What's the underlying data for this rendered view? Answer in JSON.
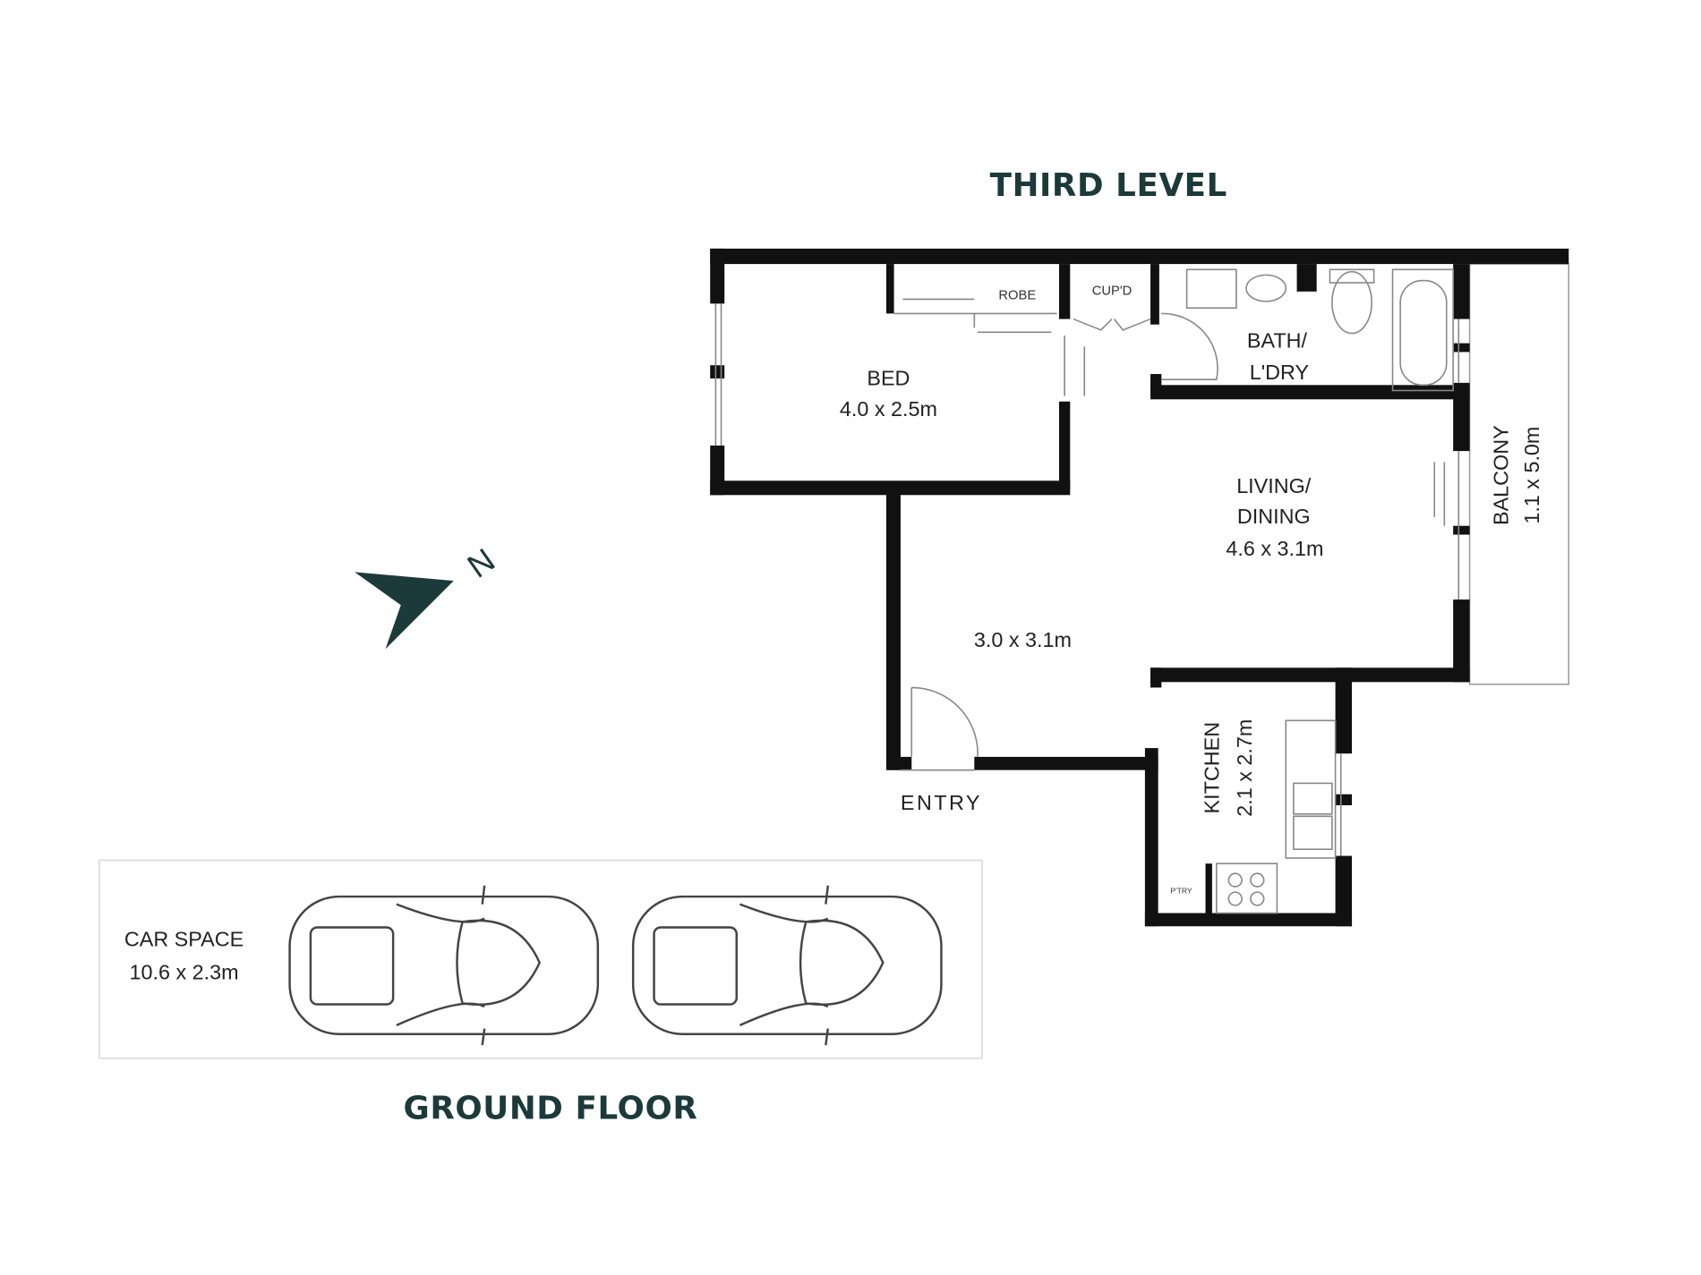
{
  "titles": {
    "third_level": "THIRD LEVEL",
    "ground_floor": "GROUND FLOOR"
  },
  "rooms": {
    "bed": {
      "name": "BED",
      "size": "4.0 x 2.5m"
    },
    "robe": {
      "name": "ROBE"
    },
    "cupboard": {
      "name": "CUP'D"
    },
    "bath": {
      "name_line1": "BATH/",
      "name_line2": "L'DRY"
    },
    "living": {
      "name_line1": "LIVING/",
      "name_line2": "DINING",
      "size": "4.6 x 3.1m"
    },
    "hall": {
      "size": "3.0 x 3.1m"
    },
    "balcony": {
      "name": "BALCONY",
      "size": "1.1 x 5.0m"
    },
    "kitchen": {
      "name": "KITCHEN",
      "size": "2.1 x 2.7m"
    },
    "pantry": {
      "name": "P'TRY"
    },
    "entry": {
      "name": "ENTRY"
    }
  },
  "car_space": {
    "name": "CAR SPACE",
    "size": "10.6 x 2.3m"
  },
  "compass": {
    "label": "N"
  },
  "colors": {
    "title": "#1c3a39",
    "wall": "#111111"
  }
}
